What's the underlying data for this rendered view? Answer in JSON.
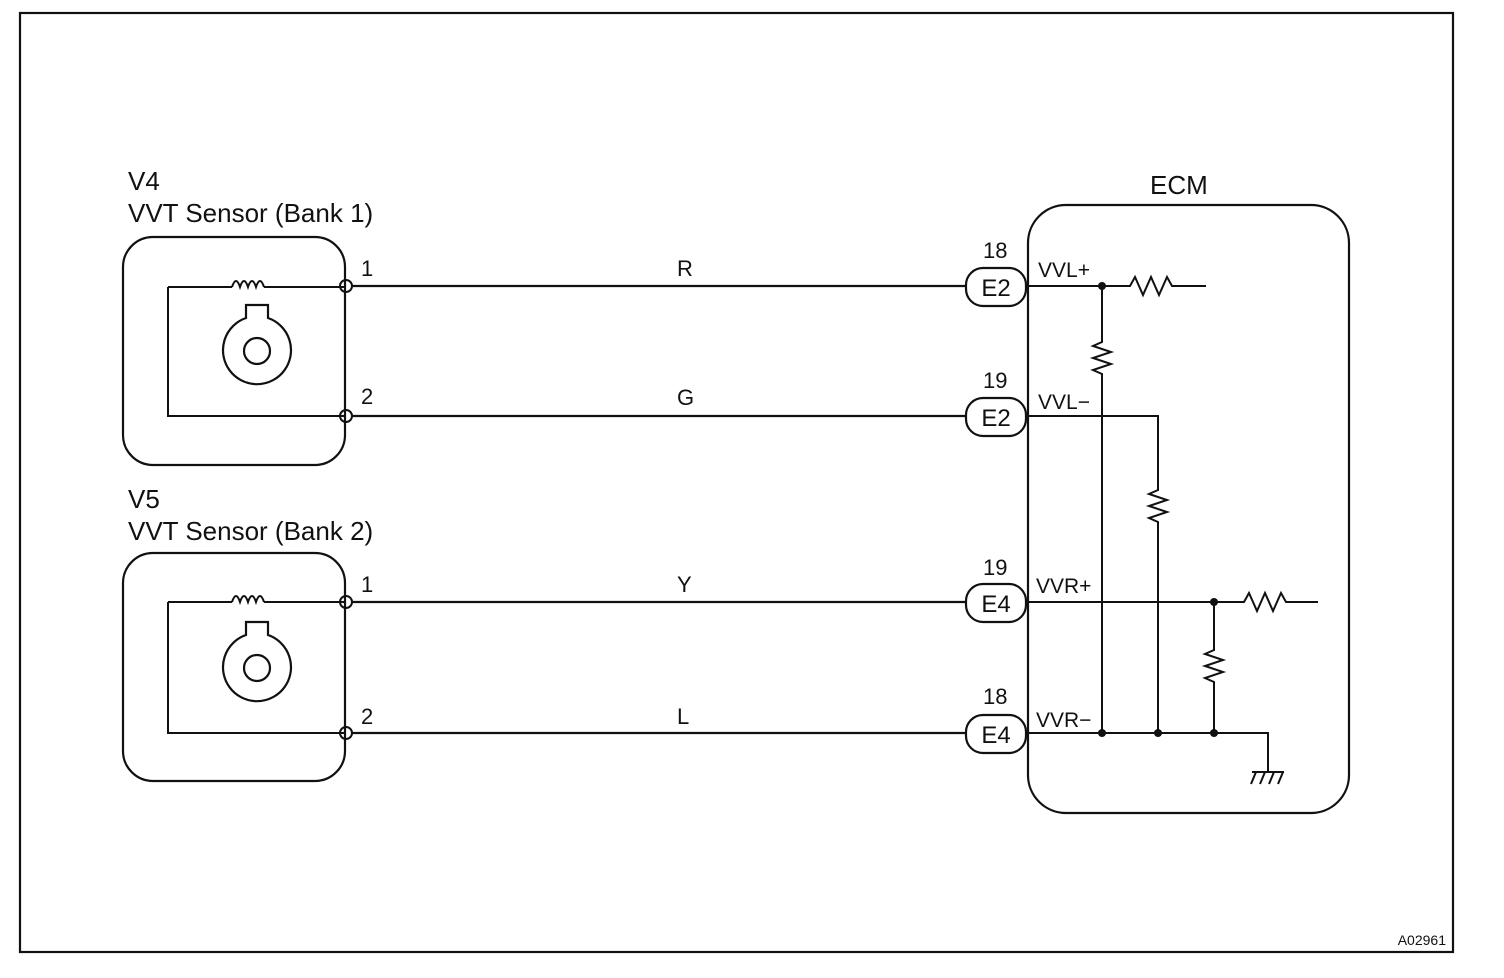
{
  "sensor_bank1": {
    "id": "V4",
    "name": "VVT Sensor (Bank 1)"
  },
  "sensor_bank2": {
    "id": "V5",
    "name": "VVT Sensor (Bank 2)"
  },
  "ecm": {
    "label": "ECM"
  },
  "circuits": [
    {
      "sensor_pin": "1",
      "wire_color": "R",
      "ecm_pin": "18",
      "connector": "E2",
      "signal": "VVL+"
    },
    {
      "sensor_pin": "2",
      "wire_color": "G",
      "ecm_pin": "19",
      "connector": "E2",
      "signal": "VVL−"
    },
    {
      "sensor_pin": "1",
      "wire_color": "Y",
      "ecm_pin": "19",
      "connector": "E4",
      "signal": "VVR+"
    },
    {
      "sensor_pin": "2",
      "wire_color": "L",
      "ecm_pin": "18",
      "connector": "E4",
      "signal": "VVR−"
    }
  ],
  "figure_code": "A02961"
}
